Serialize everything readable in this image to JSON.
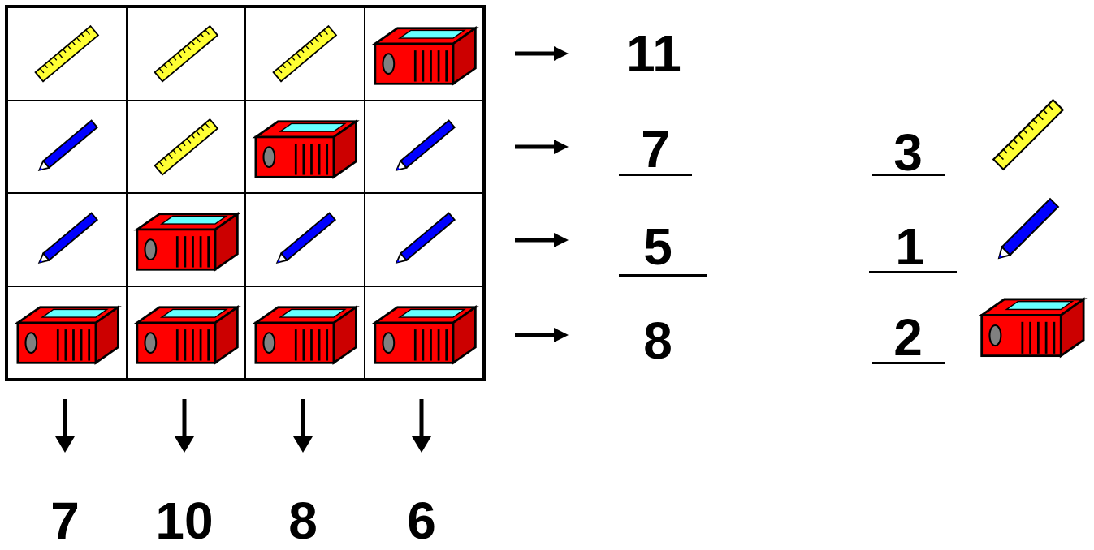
{
  "grid": {
    "rows": [
      [
        "ruler",
        "ruler",
        "ruler",
        "sharpener"
      ],
      [
        "pencil",
        "ruler",
        "sharpener",
        "pencil"
      ],
      [
        "pencil",
        "sharpener",
        "pencil",
        "pencil"
      ],
      [
        "sharpener",
        "sharpener",
        "sharpener",
        "sharpener"
      ]
    ],
    "row_sums": [
      "11",
      "7",
      "5",
      "8"
    ],
    "col_sums": [
      "7",
      "10",
      "8",
      "6"
    ]
  },
  "legend": [
    {
      "item": "ruler",
      "value": "3"
    },
    {
      "item": "pencil",
      "value": "1"
    },
    {
      "item": "sharpener",
      "value": "2"
    }
  ],
  "icons": {
    "row_arrow": "right-arrow-icon",
    "col_arrow": "down-arrow-icon"
  },
  "colors": {
    "ruler": "#ffff33",
    "pencil": "#0000ff",
    "sharpener": "#ff0000"
  }
}
